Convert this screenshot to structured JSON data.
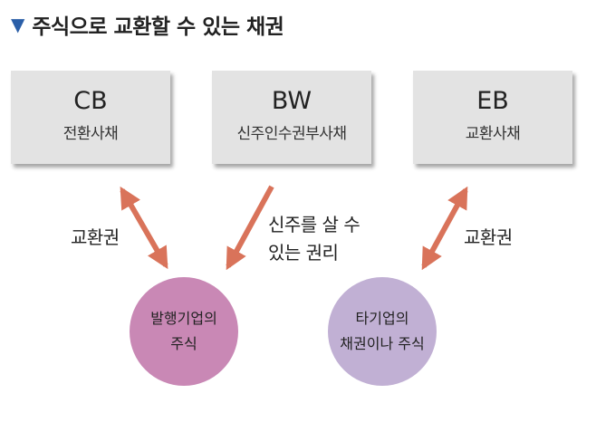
{
  "title": "주식으로 교환할 수 있는 채권",
  "bonds": [
    {
      "code": "CB",
      "name": "전환사채"
    },
    {
      "code": "BW",
      "name": "신주인수권부사채"
    },
    {
      "code": "EB",
      "name": "교환사채"
    }
  ],
  "labels": {
    "left": "교환권",
    "middle_line1": "신주를 살 수",
    "middle_line2": "있는 권리",
    "right": "교환권"
  },
  "circles": [
    {
      "line1": "발행기업의",
      "line2": "주식"
    },
    {
      "line1": "타기업의",
      "line2": "채권이나 주식"
    }
  ],
  "colors": {
    "arrow": "#d9735a",
    "circle1": "#c988b5",
    "circle2": "#c1b0d4",
    "box": "#e3e3e3",
    "title_marker": "#2b5fa8"
  }
}
